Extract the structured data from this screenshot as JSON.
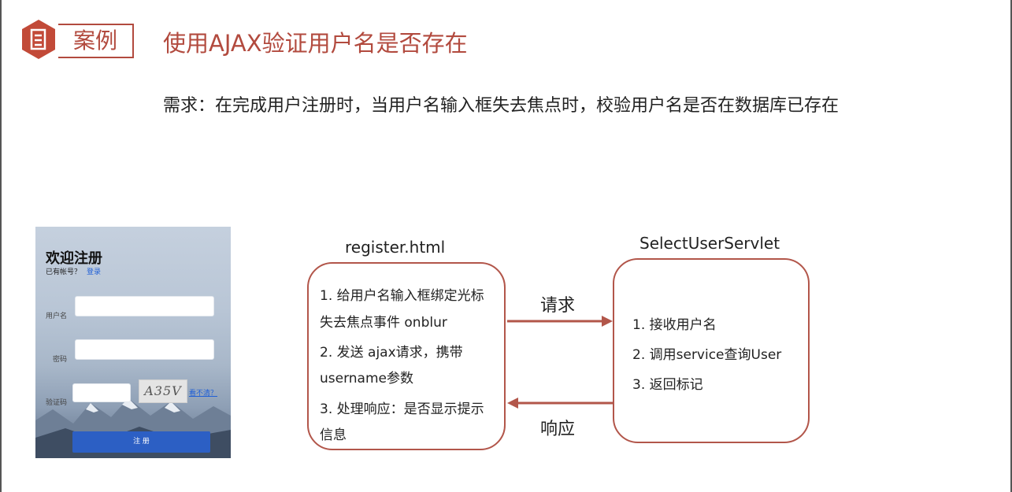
{
  "header": {
    "tag": "案例",
    "title": "使用AJAX验证用户名是否存在",
    "accent_color": "#b24a3e"
  },
  "requirement": "需求：在完成用户注册时，当用户名输入框失去焦点时，校验用户名是否在数据库已存在",
  "register_form": {
    "title": "欢迎注册",
    "has_account": "已有帐号？",
    "login_link": "登录",
    "username_label": "用户名",
    "password_label": "密码",
    "captcha_label": "验证码",
    "captcha_text": "A35V",
    "captcha_refresh": "看不清？",
    "submit_label": "注 册"
  },
  "diagram": {
    "client": {
      "title": "register.html",
      "lines": [
        "1. 给用户名输入框绑定光标",
        "失去焦点事件 onblur",
        "2. 发送 ajax请求，携带",
        "username参数",
        "3. 处理响应：是否显示提示",
        "信息"
      ]
    },
    "server": {
      "title": "SelectUserServlet",
      "lines": [
        "1. 接收用户名",
        "2. 调用service查询User",
        "3. 返回标记"
      ]
    },
    "request_label": "请求",
    "response_label": "响应",
    "border_color": "#b2564a"
  }
}
